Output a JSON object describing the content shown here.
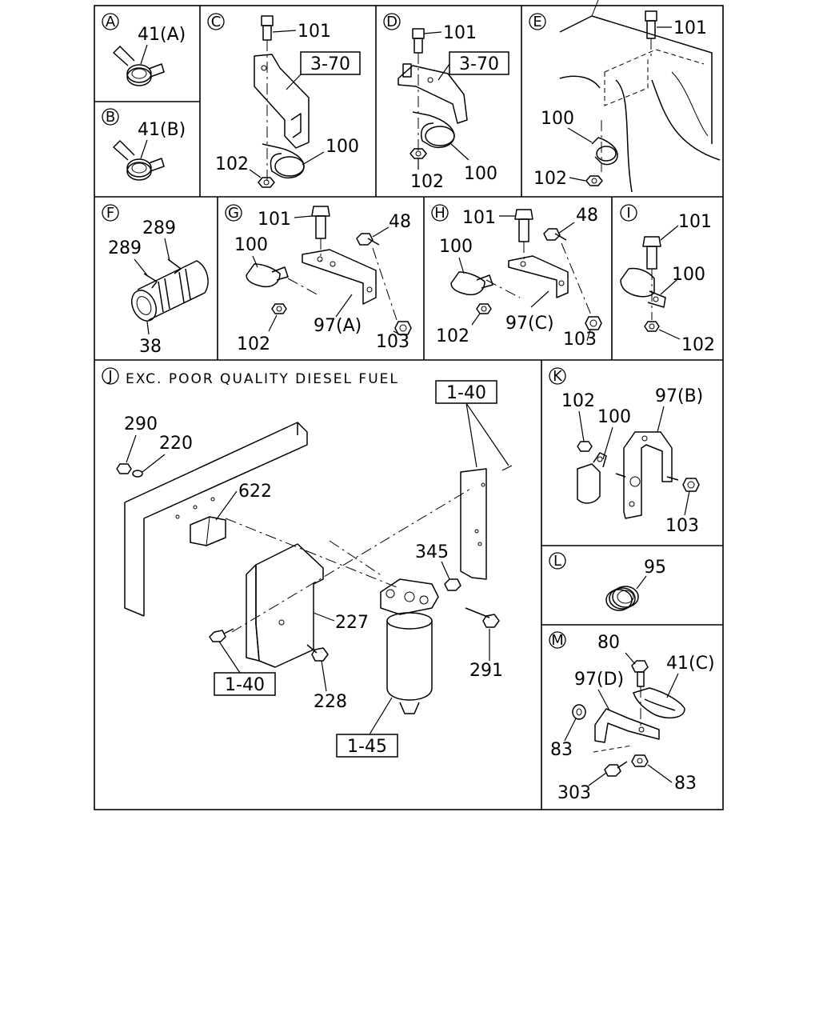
{
  "sections": {
    "A": {
      "letter": "A",
      "labels": [
        "41(A)"
      ]
    },
    "B": {
      "letter": "B",
      "labels": [
        "41(B)"
      ]
    },
    "C": {
      "letter": "C",
      "labels": [
        "101",
        "100",
        "102"
      ],
      "refs": [
        "3-70"
      ]
    },
    "D": {
      "letter": "D",
      "labels": [
        "101",
        "102",
        "100"
      ],
      "refs": [
        "3-70"
      ]
    },
    "E": {
      "letter": "E",
      "labels": [
        "101",
        "100",
        "102"
      ]
    },
    "F": {
      "letter": "F",
      "labels": [
        "289",
        "289",
        "38"
      ]
    },
    "G": {
      "letter": "G",
      "labels": [
        "101",
        "48",
        "100",
        "102",
        "97(A)",
        "103"
      ]
    },
    "H": {
      "letter": "H",
      "labels": [
        "101",
        "48",
        "100",
        "102",
        "97(C)",
        "103"
      ]
    },
    "I": {
      "letter": "I",
      "labels": [
        "101",
        "100",
        "102"
      ]
    },
    "J": {
      "letter": "J",
      "note": "EXC. POOR QUALITY DIESEL FUEL",
      "labels": [
        "290",
        "220",
        "622",
        "345",
        "227",
        "291",
        "228"
      ],
      "refs": [
        "1-40",
        "1-40",
        "1-45"
      ]
    },
    "K": {
      "letter": "K",
      "labels": [
        "102",
        "100",
        "97(B)",
        "103"
      ]
    },
    "L": {
      "letter": "L",
      "labels": [
        "95"
      ]
    },
    "M": {
      "letter": "M",
      "labels": [
        "80",
        "41(C)",
        "97(D)",
        "83",
        "303",
        "83"
      ]
    }
  }
}
